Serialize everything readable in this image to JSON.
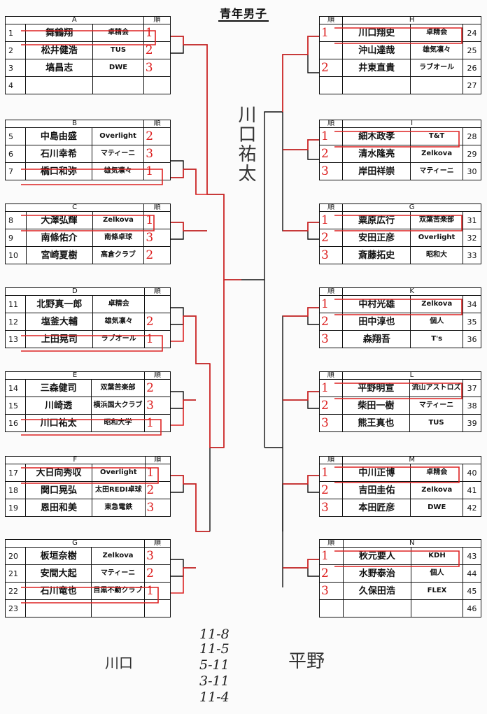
{
  "title": "青年男子",
  "left_groups": [
    {
      "label": "A",
      "rank_header": "順",
      "rows": [
        {
          "no": "1",
          "name": "舞鶴翔",
          "club": "卓精会",
          "rank": "1"
        },
        {
          "no": "2",
          "name": "松井健浩",
          "club": "TUS",
          "rank": "2"
        },
        {
          "no": "3",
          "name": "塙昌志",
          "club": "DWE",
          "rank": "3"
        },
        {
          "no": "4",
          "name": "",
          "club": "",
          "rank": ""
        }
      ]
    },
    {
      "label": "B",
      "rank_header": "順",
      "rows": [
        {
          "no": "5",
          "name": "中島由盛",
          "club": "Overlight",
          "rank": "2"
        },
        {
          "no": "6",
          "name": "石川幸希",
          "club": "マティーニ",
          "rank": "3"
        },
        {
          "no": "7",
          "name": "橋口和弥",
          "club": "雄気凛々",
          "rank": "1"
        }
      ]
    },
    {
      "label": "C",
      "rank_header": "順",
      "rows": [
        {
          "no": "8",
          "name": "大澤弘輝",
          "club": "Zelkova",
          "rank": "1"
        },
        {
          "no": "9",
          "name": "南條佑介",
          "club": "南條卓球",
          "rank": "3"
        },
        {
          "no": "10",
          "name": "宮崎夏樹",
          "club": "高倉クラブ",
          "rank": "2"
        }
      ]
    },
    {
      "label": "D",
      "rank_header": "順",
      "rows": [
        {
          "no": "11",
          "name": "北野真一郎",
          "club": "卓精会",
          "rank": ""
        },
        {
          "no": "12",
          "name": "塩釜大輔",
          "club": "雄気凛々",
          "rank": "2"
        },
        {
          "no": "13",
          "name": "上田晃司",
          "club": "ラブオール",
          "rank": "1"
        }
      ]
    },
    {
      "label": "E",
      "rank_header": "順",
      "rows": [
        {
          "no": "14",
          "name": "三森健司",
          "club": "双葉苦楽部",
          "rank": "2"
        },
        {
          "no": "15",
          "name": "川崎透",
          "club": "横浜国大クラブ",
          "rank": "3"
        },
        {
          "no": "16",
          "name": "川口祐太",
          "club": "昭和大学",
          "rank": "1"
        }
      ]
    },
    {
      "label": "F",
      "rank_header": "順",
      "rows": [
        {
          "no": "17",
          "name": "大日向秀収",
          "club": "Overlight",
          "rank": "1"
        },
        {
          "no": "18",
          "name": "関口晃弘",
          "club": "太田REDI卓球",
          "rank": "2"
        },
        {
          "no": "19",
          "name": "恩田和美",
          "club": "東急電鉄",
          "rank": "3"
        }
      ]
    },
    {
      "label": "G",
      "rank_header": "順",
      "rows": [
        {
          "no": "20",
          "name": "板垣奈樹",
          "club": "Zelkova",
          "rank": "3"
        },
        {
          "no": "21",
          "name": "安間大起",
          "club": "マティーニ",
          "rank": "2"
        },
        {
          "no": "22",
          "name": "石川竜也",
          "club": "目黒不動クラブ",
          "rank": "1"
        },
        {
          "no": "23",
          "name": "",
          "club": "",
          "rank": ""
        }
      ]
    }
  ],
  "right_groups": [
    {
      "label": "H",
      "rank_header": "順",
      "rows": [
        {
          "no": "24",
          "name": "川口翔史",
          "club": "卓精会",
          "rank": "1"
        },
        {
          "no": "25",
          "name": "沖山達哉",
          "club": "雄気凛々",
          "rank": ""
        },
        {
          "no": "26",
          "name": "井東直貴",
          "club": "ラブオール",
          "rank": "2"
        },
        {
          "no": "27",
          "name": "",
          "club": "",
          "rank": ""
        }
      ]
    },
    {
      "label": "I",
      "rank_header": "順",
      "rows": [
        {
          "no": "28",
          "name": "細木政孝",
          "club": "T&T",
          "rank": "1"
        },
        {
          "no": "29",
          "name": "清水隆亮",
          "club": "Zelkova",
          "rank": "2"
        },
        {
          "no": "30",
          "name": "岸田祥崇",
          "club": "マティーニ",
          "rank": "3"
        }
      ]
    },
    {
      "label": "G",
      "rank_header": "順",
      "rows": [
        {
          "no": "31",
          "name": "粟原広行",
          "club": "双葉苦楽部",
          "rank": "1"
        },
        {
          "no": "32",
          "name": "安田正彦",
          "club": "Overlight",
          "rank": "2"
        },
        {
          "no": "33",
          "name": "斎藤拓史",
          "club": "昭和大",
          "rank": "3"
        }
      ]
    },
    {
      "label": "K",
      "rank_header": "順",
      "rows": [
        {
          "no": "34",
          "name": "中村光雄",
          "club": "Zelkova",
          "rank": "1"
        },
        {
          "no": "35",
          "name": "田中淳也",
          "club": "個人",
          "rank": "2"
        },
        {
          "no": "36",
          "name": "森翔吾",
          "club": "T's",
          "rank": "3"
        }
      ]
    },
    {
      "label": "L",
      "rank_header": "順",
      "rows": [
        {
          "no": "37",
          "name": "平野明宣",
          "club": "流山アストロズ",
          "rank": "1"
        },
        {
          "no": "38",
          "name": "柴田一樹",
          "club": "マティーニ",
          "rank": "2"
        },
        {
          "no": "39",
          "name": "熊王真也",
          "club": "TUS",
          "rank": "3"
        }
      ]
    },
    {
      "label": "M",
      "rank_header": "順",
      "rows": [
        {
          "no": "40",
          "name": "中川正博",
          "club": "卓精会",
          "rank": "1"
        },
        {
          "no": "41",
          "name": "吉田圭佑",
          "club": "Zelkova",
          "rank": "2"
        },
        {
          "no": "42",
          "name": "本田匠彦",
          "club": "DWE",
          "rank": "3"
        }
      ]
    },
    {
      "label": "N",
      "rank_header": "順",
      "rows": [
        {
          "no": "43",
          "name": "秋元要人",
          "club": "KDH",
          "rank": "1"
        },
        {
          "no": "44",
          "name": "水野泰治",
          "club": "個人",
          "rank": "2"
        },
        {
          "no": "45",
          "name": "久保田浩",
          "club": "FLEX",
          "rank": "3"
        },
        {
          "no": "46",
          "name": "",
          "club": "",
          "rank": ""
        }
      ]
    }
  ],
  "handwriting": {
    "final_winner_vertical": "川口祐太",
    "left_finalist": "川口",
    "right_finalist": "平野",
    "scores": [
      "11-8",
      "11-5",
      "5-11",
      "3-11",
      "11-4"
    ]
  }
}
